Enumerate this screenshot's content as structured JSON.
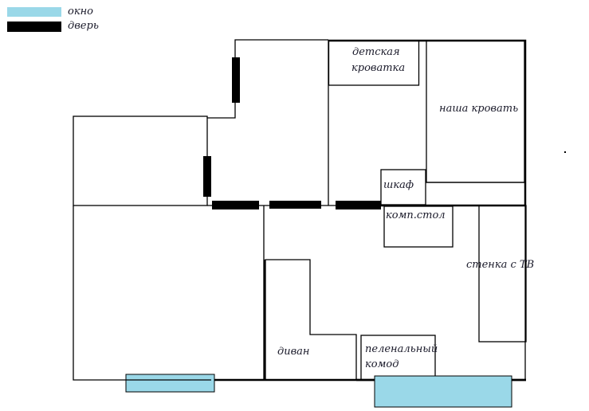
{
  "legend": {
    "items": [
      {
        "label": "окно",
        "color": "#9ad8e8",
        "kind": "window"
      },
      {
        "label": "дверь",
        "color": "#000000",
        "kind": "door"
      }
    ]
  },
  "colors": {
    "window_fill": "#9ad8e8",
    "door_fill": "#000000",
    "wall": "#000000",
    "background": "#ffffff"
  },
  "furniture": {
    "crib": {
      "line1": "детская",
      "line2": "кроватка"
    },
    "our_bed": "наша кровать",
    "wardrobe": "шкаф",
    "computer_desk": "комп.стол",
    "tv_wall": "стенка с ТВ",
    "sofa": "диван",
    "changing_dresser": {
      "line1": "пеленальный",
      "line2": "комод"
    }
  }
}
